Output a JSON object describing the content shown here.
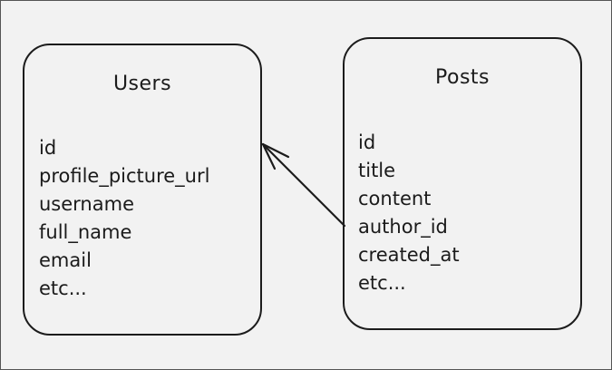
{
  "entities": {
    "users": {
      "title": "Users",
      "fields": [
        "id",
        "profile_picture_url",
        "username",
        "full_name",
        "email",
        "etc..."
      ]
    },
    "posts": {
      "title": "Posts",
      "fields": [
        "id",
        "title",
        "content",
        "author_id",
        "created_at",
        "etc..."
      ]
    }
  },
  "relationship": {
    "from": "posts.author_id",
    "to": "users",
    "style": "arrow"
  },
  "colors": {
    "background": "#f2f2f2",
    "stroke": "#1c1c1c",
    "text": "#1b1b1b"
  }
}
